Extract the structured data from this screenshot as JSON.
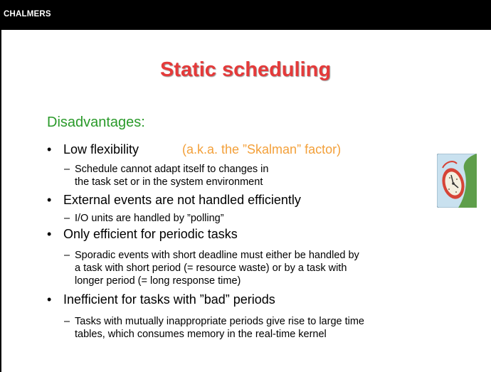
{
  "header": {
    "brand": "CHALMERS"
  },
  "slide": {
    "title": "Static scheduling",
    "subtitle": "Disadvantages:",
    "note": "(a.k.a. the ”Skalman” factor)",
    "bullets": [
      {
        "marker": "•",
        "text": "Low flexibility",
        "subs": [
          {
            "marker": "–",
            "lines": [
              "Schedule cannot adapt itself to changes in",
              "the task set or in the system environment"
            ]
          }
        ]
      },
      {
        "marker": "•",
        "text": "External events are not handled efficiently",
        "subs": [
          {
            "marker": "–",
            "lines": [
              "I/O units are handled by ”polling”"
            ]
          }
        ]
      },
      {
        "marker": "•",
        "text": "Only efficient for periodic tasks",
        "subs": [
          {
            "marker": "–",
            "lines": [
              "Sporadic events with short deadline must either be handled by",
              "a task with short period (= resource waste) or by a task with",
              "longer period (= long response time)"
            ]
          }
        ]
      },
      {
        "marker": "•",
        "text": "Inefficient for tasks with ”bad” periods",
        "subs": [
          {
            "marker": "–",
            "lines": [
              "Tasks with mutually inappropriate periods give rise to large time",
              "tables, which consumes memory in the real-time kernel"
            ]
          }
        ]
      }
    ]
  },
  "colors": {
    "title": "#e53a3a",
    "subtitle": "#2a9a2a",
    "note": "#f3a03a"
  },
  "illustration": {
    "icon": "skalman-clock-icon"
  }
}
